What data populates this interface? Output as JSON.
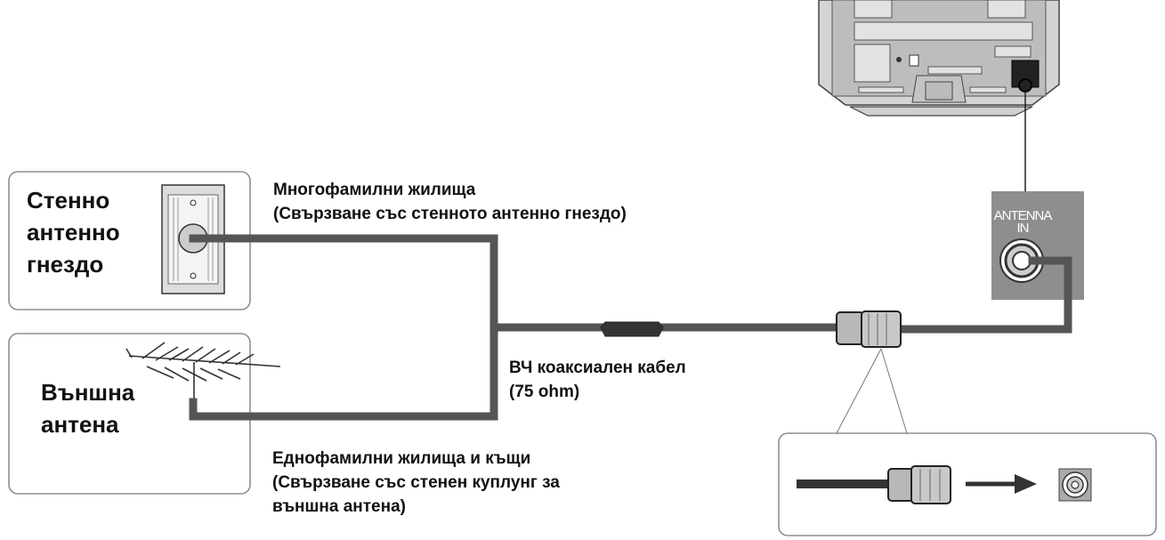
{
  "wall_socket": {
    "label_lines": [
      "Стенно",
      "антенно",
      "гнездо"
    ]
  },
  "outdoor_antenna": {
    "label_lines": [
      "Външна",
      "антена"
    ]
  },
  "captions": {
    "multi_family": [
      "Многофамилни жилища",
      "(Свързване със стенното антенно гнездо)"
    ],
    "single_family": [
      "Еднофамилни жилища и къщи",
      "(Свързване със стенен куплунг за",
      "външна антена)"
    ],
    "cable": [
      "ВЧ коаксиален кабел",
      "(75 ohm)"
    ]
  },
  "tv_port": {
    "label_lines": [
      "ANTENNA",
      "IN"
    ]
  },
  "colors": {
    "cable": "#555555",
    "panel": "#8e8e8e",
    "box_border": "#777777",
    "tv_body": "#d4d4d4"
  }
}
